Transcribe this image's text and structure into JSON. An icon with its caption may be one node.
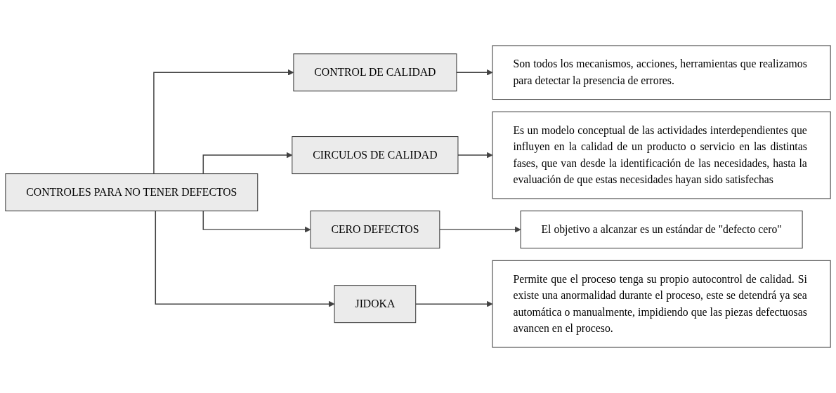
{
  "diagram": {
    "nodes": [
      {
        "text": [
          "CONTROLES PARA NO TENER DEFECTOS"
        ]
      },
      {
        "text": [
          "CONTROL DE CALIDAD"
        ]
      },
      {
        "text": [
          "Son todos los mecanismos, acciones, herramientas que realizamos para detectar la presencia de errores."
        ]
      },
      {
        "text": [
          "CIRCULOS DE CALIDAD"
        ]
      },
      {
        "text": [
          "Es un modelo conceptual de las actividades interdependientes que influyen en la calidad de un producto o servicio en las distintas fases, que van desde la identificación de las necesidades, hasta la evaluación de que estas necesidades hayan sido satisfechas"
        ]
      },
      {
        "text": [
          "CERO DEFECTOS"
        ]
      },
      {
        "text": [
          "El objetivo a alcanzar es un estándar de \"defecto cero\""
        ]
      },
      {
        "text": [
          "JIDOKA"
        ]
      },
      {
        "text": [
          "Permite que el proceso tenga su propio autocontrol de calidad. Si existe una anormalidad durante el proceso, este se detendrá ya sea automática o manualmente, impidiendo que las piezas defectuosas avancen en el proceso."
        ]
      }
    ],
    "edges": [
      {
        "from": 0,
        "to": 1,
        "arrow": "to"
      },
      {
        "from": 1,
        "to": 2,
        "arrow": "to"
      },
      {
        "from": 0,
        "to": 3,
        "arrow": "to"
      },
      {
        "from": 3,
        "to": 4,
        "arrow": "to"
      },
      {
        "from": 0,
        "to": 5,
        "arrow": "to"
      },
      {
        "from": 5,
        "to": 6,
        "arrow": "to"
      },
      {
        "from": 0,
        "to": 7,
        "arrow": "to"
      },
      {
        "from": 7,
        "to": 8,
        "arrow": "to"
      }
    ]
  }
}
